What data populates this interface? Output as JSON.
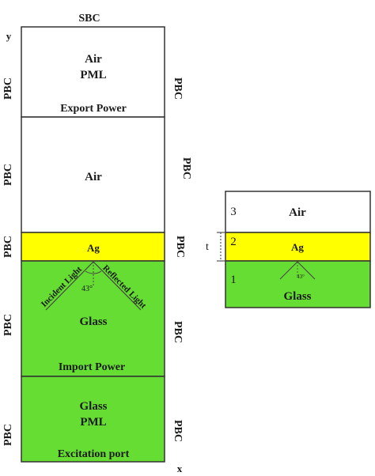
{
  "colors": {
    "air": "#ffffff",
    "silver_layer": "#ffff00",
    "glass": "#66dd33",
    "outline": "#333333"
  },
  "top_boundary": "SBC",
  "side_boundary": "PBC",
  "axes": {
    "y": "y",
    "x": "x"
  },
  "main_column": {
    "air_pml": {
      "line1": "Air",
      "line2": "PML",
      "footer": "Export Power"
    },
    "air": {
      "label": "Air"
    },
    "ag": {
      "label": "Ag"
    },
    "glass": {
      "label": "Glass",
      "incident": "Incident Light",
      "reflected": "Reflected Light",
      "angle": "43°",
      "footer": "Import Power"
    },
    "glass_pml": {
      "line1": "Glass",
      "line2": "PML",
      "footer": "Excitation port"
    }
  },
  "inset": {
    "layers": [
      {
        "number": "3",
        "label": "Air"
      },
      {
        "number": "2",
        "label": "Ag"
      },
      {
        "number": "1",
        "label": "Glass"
      }
    ],
    "angle": "43°",
    "thickness": "t"
  }
}
